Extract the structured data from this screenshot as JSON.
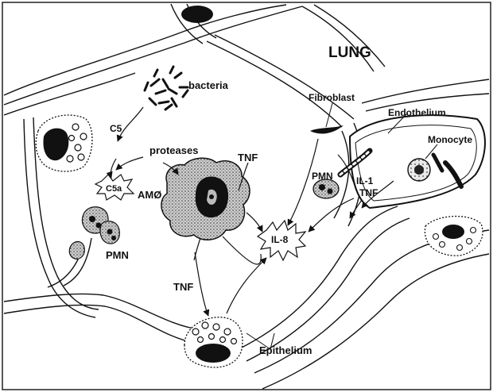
{
  "title": "LUNG",
  "labels": {
    "bacteria": "bacteria",
    "fibroblast": "Fibroblast",
    "endothelium": "Endothelium",
    "monocyte": "Monocyte",
    "c5": "C5",
    "proteases": "proteases",
    "tnf_top": "TNF",
    "c5a": "C5a",
    "amo": "AMØ",
    "pmn_right": "PMN",
    "il1": "IL-1",
    "tnf_right": "TNF",
    "il8": "IL-8",
    "pmn_left": "PMN",
    "tnf_bottom": "TNF",
    "epithelium": "Epithelium"
  },
  "colors": {
    "ink": "#111111",
    "paper": "#ffffff",
    "shade": "#7a7a7a"
  }
}
